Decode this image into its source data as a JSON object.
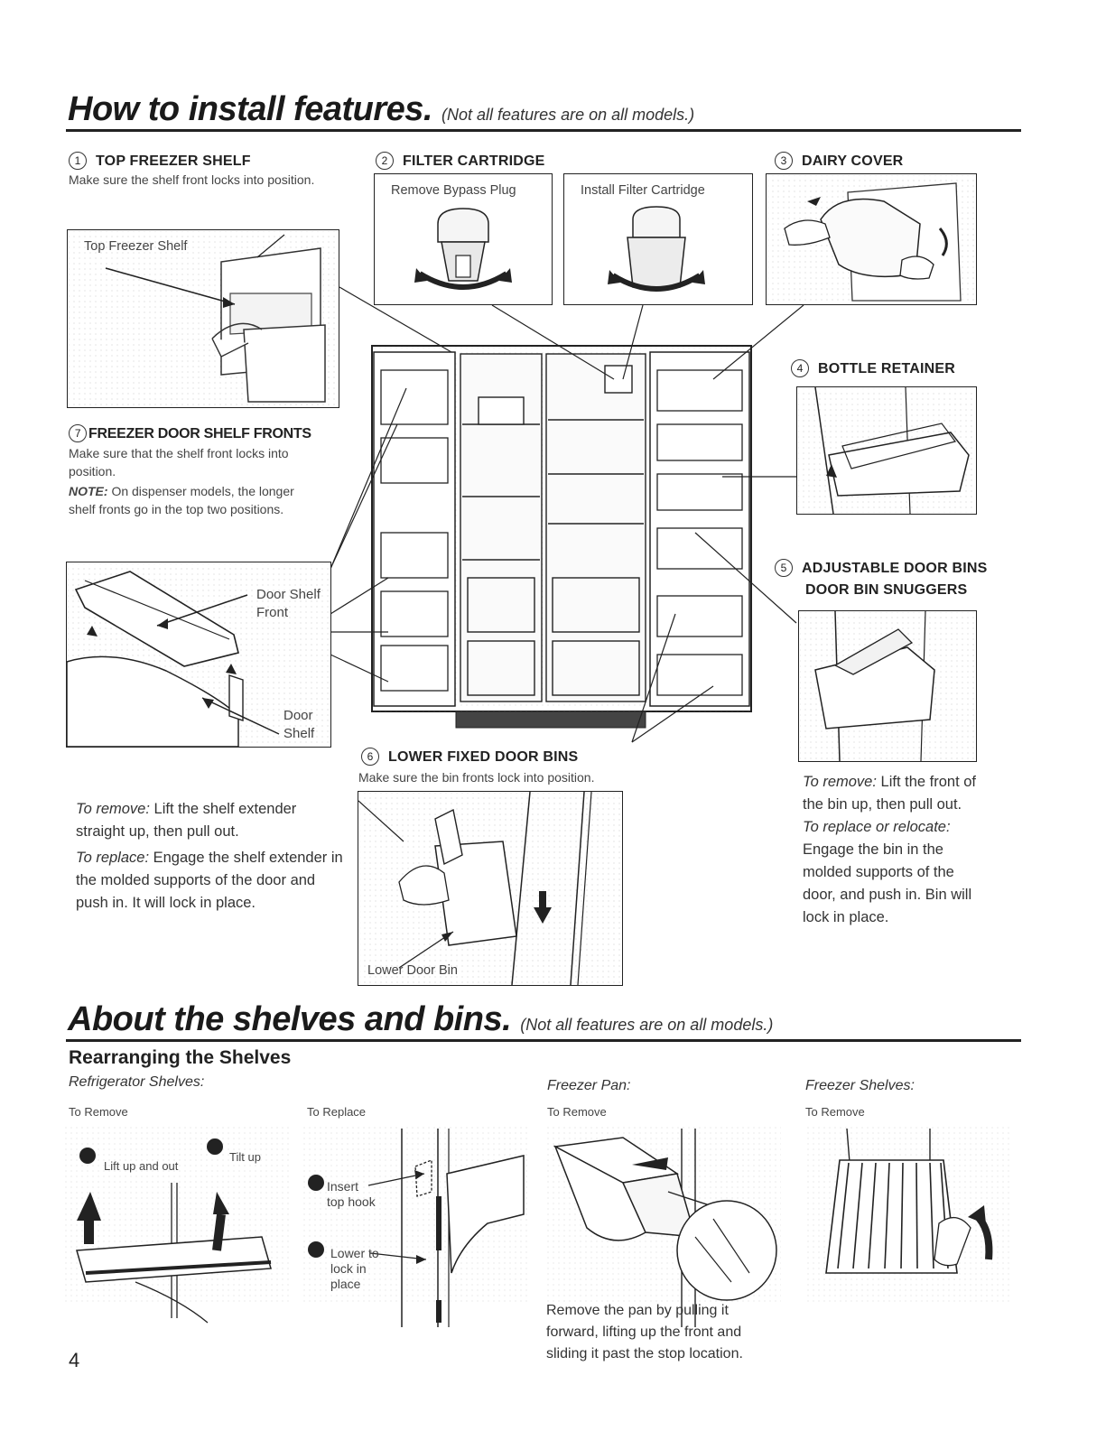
{
  "page": {
    "number": "4"
  },
  "install": {
    "title": "How to install features.",
    "subtitle": "(Not all features are on all models.)",
    "top_freezer_shelf": {
      "num": "1",
      "heading": "TOP FREEZER SHELF",
      "text": "Make sure the shelf front locks into position.",
      "box_label": "Top Freezer Shelf"
    },
    "filter_cartridge": {
      "num": "2",
      "heading": "FILTER CARTRIDGE",
      "box1_label": "Remove Bypass Plug",
      "box2_label": "Install Filter Cartridge"
    },
    "dairy_cover": {
      "num": "3",
      "heading": "DAIRY COVER"
    },
    "bottle_retainer": {
      "num": "4",
      "heading": "BOTTLE RETAINER"
    },
    "adjustable_bins": {
      "num": "5",
      "heading1": "ADJUSTABLE DOOR BINS",
      "heading2": "DOOR BIN SNUGGERS",
      "remove_label": "To remove:",
      "remove_text": "Lift the front of the bin up, then pull out.",
      "replace_label": "To replace or relocate:",
      "replace_text": "Engage the bin in the molded supports of the door, and push in. Bin will lock in place."
    },
    "lower_fixed_bins": {
      "num": "6",
      "heading": "LOWER FIXED DOOR BINS",
      "text": "Make sure the bin fronts lock into position.",
      "box_label": "Lower Door Bin"
    },
    "freezer_door_shelf": {
      "num": "7",
      "heading": "FREEZER DOOR SHELF FRONTS",
      "text": "Make sure that the shelf front locks into position.",
      "note_label": "NOTE:",
      "note_text": "On dispenser models, the longer shelf fronts go in the top two positions.",
      "label_front_1": "Door Shelf",
      "label_front_2": "Front",
      "label_shelf_1": "Door",
      "label_shelf_2": "Shelf",
      "remove_label": "To remove:",
      "remove_text": "Lift the shelf extender straight up, then pull out.",
      "replace_label": "To replace:",
      "replace_text": "Engage the shelf extender in the molded supports of the door and push in. It will lock in place."
    }
  },
  "about": {
    "title": "About the shelves and bins.",
    "subtitle": "(Not all features are on all models.)",
    "rearranging_heading": "Rearranging the Shelves",
    "fridge_shelves": {
      "heading": "Refrigerator Shelves:",
      "remove_label": "To Remove",
      "step1": "Lift up and out",
      "step2": "Tilt up",
      "replace_label": "To Replace",
      "insert_1": "Insert",
      "insert_2": "top hook",
      "lower_1": "Lower to",
      "lower_2": "lock in",
      "lower_3": "place"
    },
    "freezer_pan": {
      "heading": "Freezer Pan:",
      "remove_label": "To Remove",
      "caption": "Remove the pan by pulling it forward, lifting up the front and sliding it past the stop location."
    },
    "freezer_shelves": {
      "heading": "Freezer Shelves:",
      "remove_label": "To Remove"
    }
  }
}
